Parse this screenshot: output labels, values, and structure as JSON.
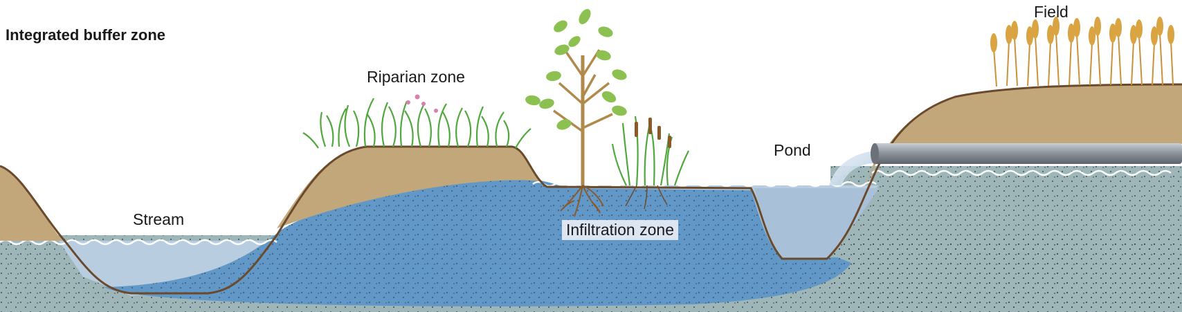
{
  "title": "Integrated buffer zone",
  "labels": {
    "riparian": "Riparian zone",
    "stream": "Stream",
    "infiltration": "Infiltration zone",
    "pond": "Pond",
    "field": "Field"
  },
  "colors": {
    "soil": "#c2a77b",
    "outline": "#6b4a2c",
    "surface_water": "#b8cde0",
    "groundwater": "#6298c8",
    "saturated_ground": "#9fb6b8",
    "grass": "#4fa83c",
    "leaf": "#8cc152",
    "wheat": "#d9a441",
    "pipe": "#8a9098"
  }
}
